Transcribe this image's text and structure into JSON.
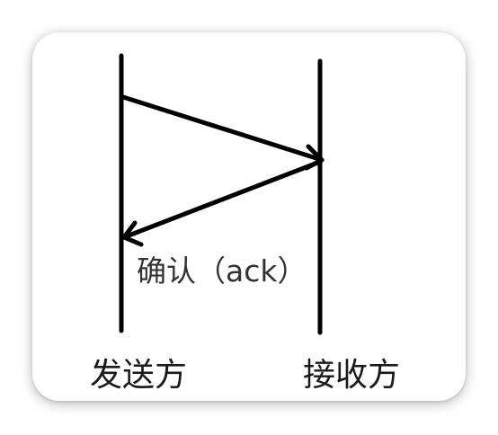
{
  "diagram": {
    "ack_label": "确认（ack）",
    "sender_label": "发送方",
    "receiver_label": "接收方",
    "line_color": "#000000"
  }
}
